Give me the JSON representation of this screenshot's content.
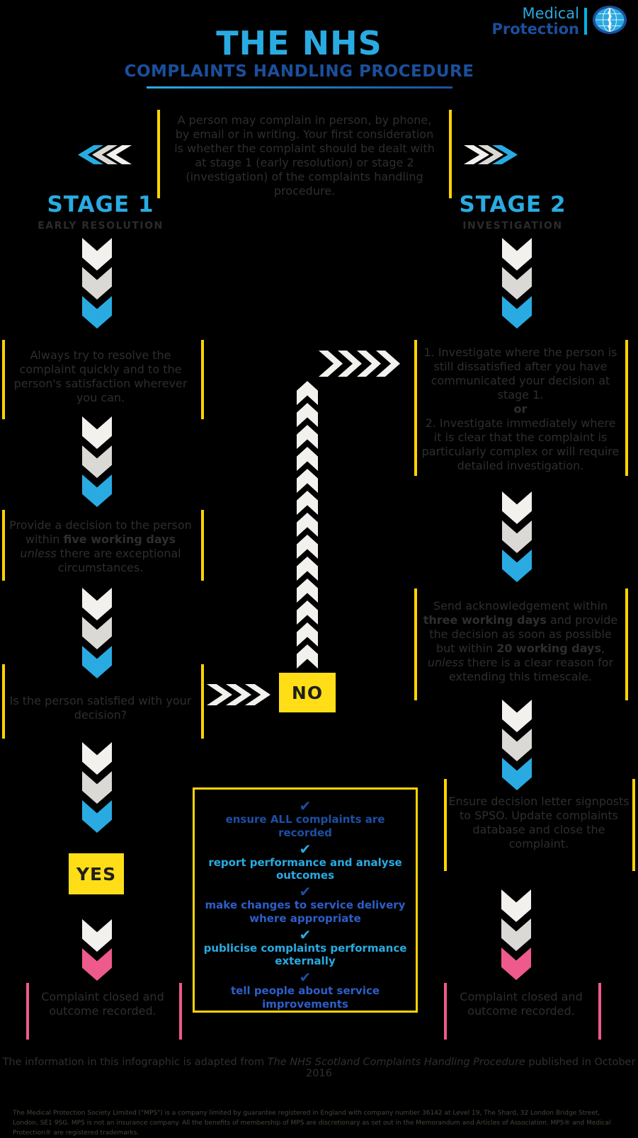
{
  "colors": {
    "light_blue": "#29abe2",
    "dark_blue": "#1b4f9c",
    "yellow": "#ffde17",
    "yellow_bar": "#ffd400",
    "pink": "#ee5a8c",
    "chevron_white": "#f2f1ee",
    "chevron_gray": "#dbd9d5",
    "body_text": "#2e2e2e"
  },
  "icons": {
    "check": "✔"
  },
  "logo": {
    "line1": "Medical",
    "line2": "Protection",
    "emblem": "globe-serpent"
  },
  "header": {
    "title": "THE NHS",
    "subtitle": "COMPLAINTS HANDLING PROCEDURE"
  },
  "intro": "A person may complain in person, by phone, by email or in writing. Your first consideration is whether the complaint should be dealt with at stage 1 (early resolution) or stage 2 (investigation) of the complaints handling procedure.",
  "stage1": {
    "label": "STAGE 1",
    "sublabel": "EARLY RESOLUTION",
    "step1": "Always try to resolve the complaint quickly and to the person's satisfaction wherever you can.",
    "step2": {
      "pre": "Provide a decision to the person within ",
      "bold": "five working days",
      "mid": " ",
      "italic": "unless",
      "post": " there are exceptional circumstances."
    },
    "step3": "Is the person satisfied with your decision?",
    "yes_label": "YES",
    "closed": "Complaint closed and outcome recorded."
  },
  "stage2": {
    "label": "STAGE 2",
    "sublabel": "INVESTIGATION",
    "step1": {
      "part1": "1. Investigate where the person is still dissatisfied after you have communicated your decision at stage 1.",
      "or": "or",
      "part2": "2. Investigate immediately where it is clear that the complaint is particularly complex or will require detailed investigation."
    },
    "step2": {
      "pre": "Send acknowledgement within ",
      "bold1": "three working days",
      "mid1": " and provide the decision as soon as possible but within ",
      "bold2": "20 working days",
      "mid2": ", ",
      "italic": "unless",
      "post": " there is a clear reason for extending this timescale."
    },
    "step3": "Ensure decision letter signposts to SPSO. Update complaints database and close the complaint.",
    "closed": "Complaint closed and outcome recorded."
  },
  "no_label": "NO",
  "checklist": {
    "items": [
      {
        "text": "ensure ALL complaints are recorded"
      },
      {
        "text": "report performance and analyse outcomes"
      },
      {
        "text": "make changes to service delivery where appropriate"
      },
      {
        "text": "publicise complaints performance externally"
      },
      {
        "text": "tell people about service improvements"
      }
    ]
  },
  "footer": {
    "credit_pre": "The information in this infographic is adapted from ",
    "credit_italic": "The NHS Scotland Complaints Handling Procedure",
    "credit_post": " published in October 2016",
    "legal": "The Medical Protection Society Limited (\"MPS\") is a company limited by guarantee registered in England with company number 36142 at Level 19, The Shard, 32 London Bridge Street, London, SE1 9SG. MPS is not an insurance company. All the benefits of membership of MPS are discretionary as set out in the Memorandum and Articles of Association. MPS® and Medical Protection® are registered trademarks."
  }
}
